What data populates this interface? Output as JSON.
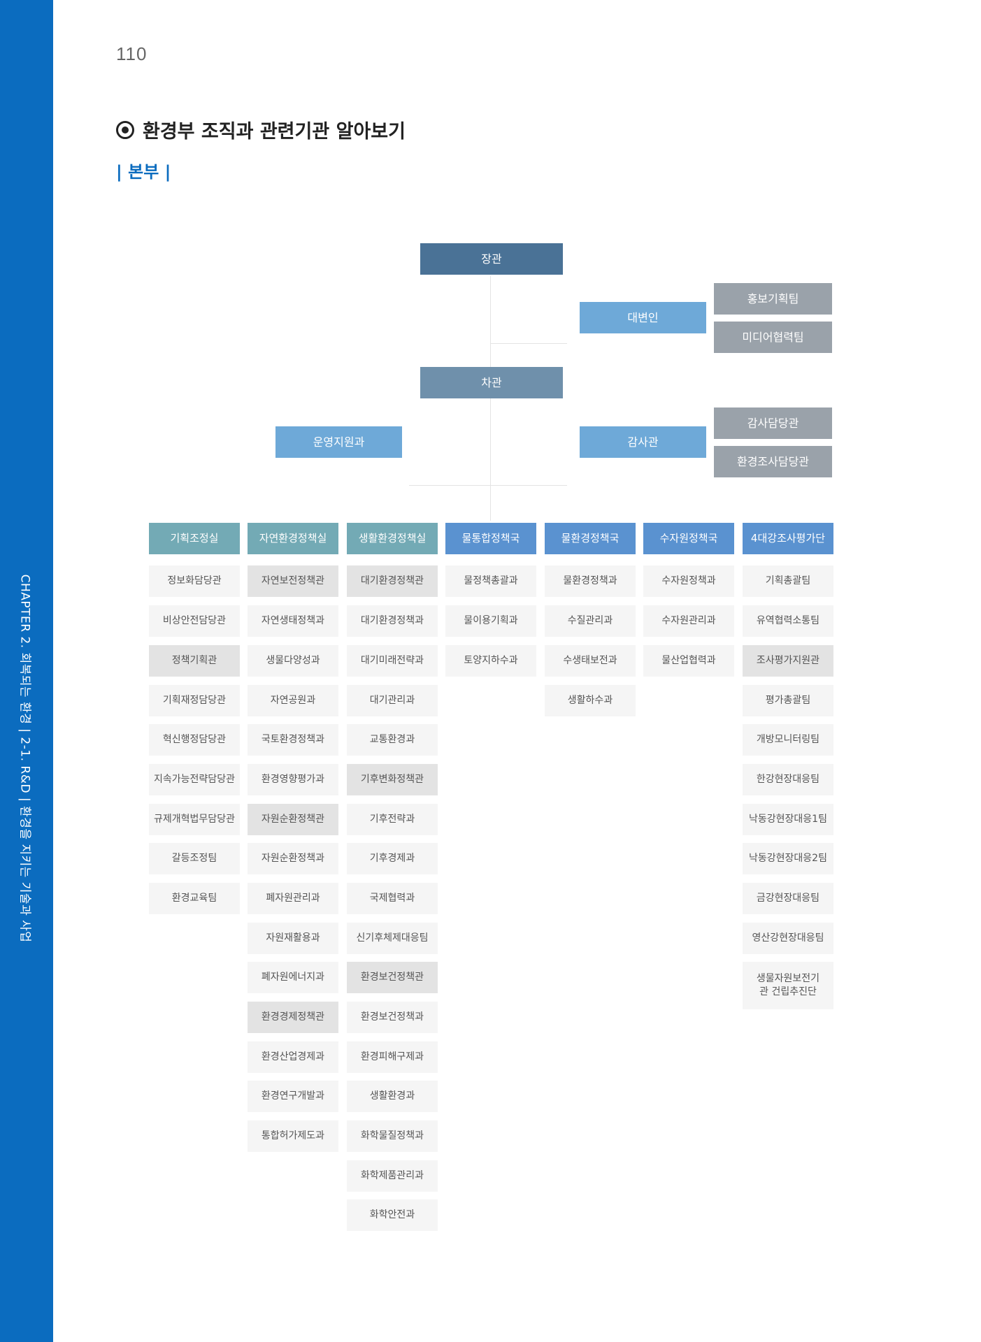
{
  "page_number": "110",
  "side_label": "CHAPTER 2. 회복되는 환경  |  2-1. R&D  |  환경을 지키는 기술과 사업",
  "title": "환경부 조직과 관련기관 알아보기",
  "subtitle": "| 본부 |",
  "top": {
    "minister": "장관",
    "spokesperson": "대변인",
    "pr_team": "홍보기획팀",
    "media_team": "미디어협력팀",
    "vice_minister": "차관",
    "admin_support": "운영지원과",
    "auditor": "감사관",
    "audit_officer": "감사담당관",
    "env_investigation": "환경조사담당관"
  },
  "columns": [
    {
      "header": "기획조정실",
      "items": [
        "정보화담당관",
        "비상안전담당관",
        "정책기획관",
        "기획재정담당관",
        "혁신행정담당관",
        "지속가능전략담당관",
        "규제개혁법무담당관",
        "갈등조정팀",
        "환경교육팀"
      ]
    },
    {
      "header": "자연환경정책실",
      "items": [
        "자연보전정책관",
        "자연생태정책과",
        "생물다양성과",
        "자연공원과",
        "국토환경정책과",
        "환경영향평가과",
        "자원순환정책관",
        "자원순환정책과",
        "폐자원관리과",
        "자원재활용과",
        "폐자원에너지과",
        "환경경제정책관",
        "환경산업경제과",
        "환경연구개발과",
        "통합허가제도과"
      ]
    },
    {
      "header": "생활환경정책실",
      "items": [
        "대기환경정책관",
        "대기환경정책과",
        "대기미래전략과",
        "대기관리과",
        "교통환경과",
        "기후변화정책관",
        "기후전략과",
        "기후경제과",
        "국제협력과",
        "신기후체제대응팀",
        "환경보건정책관",
        "환경보건정책과",
        "환경피해구제과",
        "생활환경과",
        "화학물질정책과",
        "화학제품관리과",
        "화학안전과"
      ]
    },
    {
      "header": "물통합정책국",
      "items": [
        "물정책총괄과",
        "물이용기획과",
        "토양지하수과"
      ]
    },
    {
      "header": "물환경정책국",
      "items": [
        "물환경정책과",
        "수질관리과",
        "수생태보전과",
        "생활하수과"
      ]
    },
    {
      "header": "수자원정책국",
      "items": [
        "수자원정책과",
        "수자원관리과",
        "물산업협력과"
      ]
    },
    {
      "header": "4대강조사평가단",
      "items": [
        "기획총괄팀",
        "유역협력소통팀",
        "조사평가지원관",
        "평가총괄팀",
        "개방모니터링팀",
        "한강현장대응팀",
        "낙동강현장대응1팀",
        "낙동강현장대응2팀",
        "금강현장대응팀",
        "영산강현장대응팀",
        "생물자원보전기관 건립추진단"
      ]
    }
  ],
  "colors": {
    "side_band": "#0b6cbf",
    "minister": "#4a7296",
    "vice_minister": "#6f90ab",
    "light_blue": "#6ea9d8",
    "gray": "#9aa2aa",
    "teal_header": "#73aab5",
    "blue_header": "#5a92d0"
  }
}
